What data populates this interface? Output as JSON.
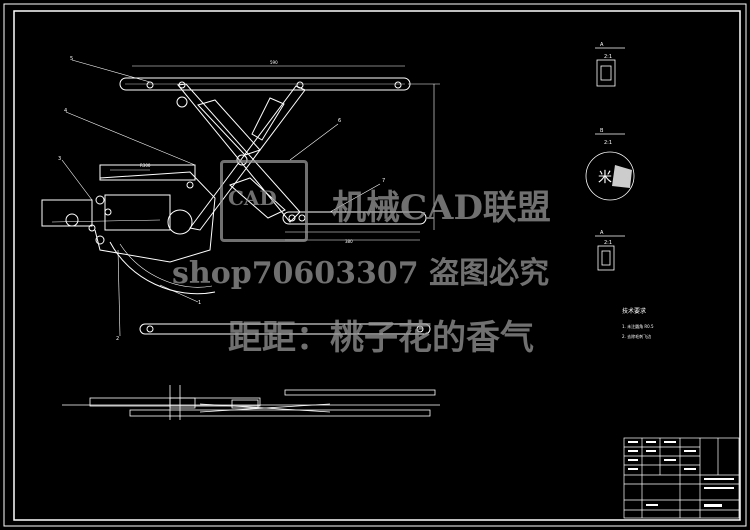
{
  "watermark": {
    "logo_text": "CAD",
    "brand": "机械CAD联盟",
    "shop": "shop70603307  盗图必究",
    "author": "距距：桃子花的香气"
  },
  "drawing": {
    "line_color": "#ffffff",
    "accent_color": "#ff3030",
    "view_label_a": "A",
    "view_label_b": "B",
    "view_label_c": "A",
    "scale_a": "2:1",
    "scale_b": "2:1",
    "scale_c": "2:1",
    "tech_title": "技术要求",
    "tech_note_1": "1. 未注圆角 R0.5",
    "tech_note_2": "2. 去除毛刺飞边"
  }
}
